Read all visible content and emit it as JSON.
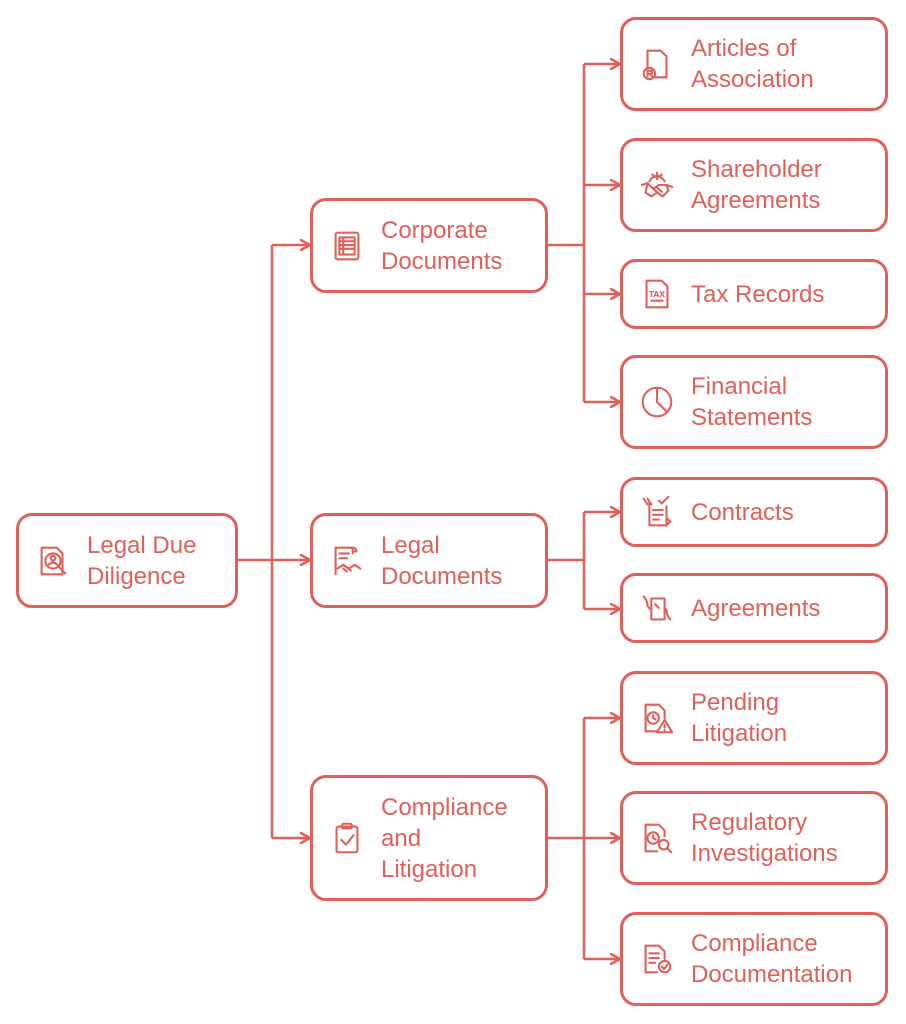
{
  "colors": {
    "accent": "#E0605A",
    "background": "#FFFFFF"
  },
  "root": {
    "label": "Legal Due\nDiligence",
    "icon": "search-person-document-icon"
  },
  "categories": [
    {
      "label": "Corporate\nDocuments",
      "icon": "document-list-icon",
      "children": [
        {
          "label": "Articles of\nAssociation",
          "icon": "registered-document-icon"
        },
        {
          "label": "Shareholder\nAgreements",
          "icon": "handshake-globe-icon"
        },
        {
          "label": "Tax Records",
          "icon": "tax-document-icon"
        },
        {
          "label": "Financial\nStatements",
          "icon": "pie-chart-icon"
        }
      ]
    },
    {
      "label": "Legal\nDocuments",
      "icon": "contract-handshake-icon",
      "children": [
        {
          "label": "Contracts",
          "icon": "signed-contract-icon"
        },
        {
          "label": "Agreements",
          "icon": "agreement-hands-icon"
        }
      ]
    },
    {
      "label": "Compliance\nand\nLitigation",
      "icon": "clipboard-check-icon",
      "children": [
        {
          "label": "Pending\nLitigation",
          "icon": "document-clock-warning-icon"
        },
        {
          "label": "Regulatory\nInvestigations",
          "icon": "document-clock-search-icon"
        },
        {
          "label": "Compliance\nDocumentation",
          "icon": "document-check-icon"
        }
      ]
    }
  ]
}
